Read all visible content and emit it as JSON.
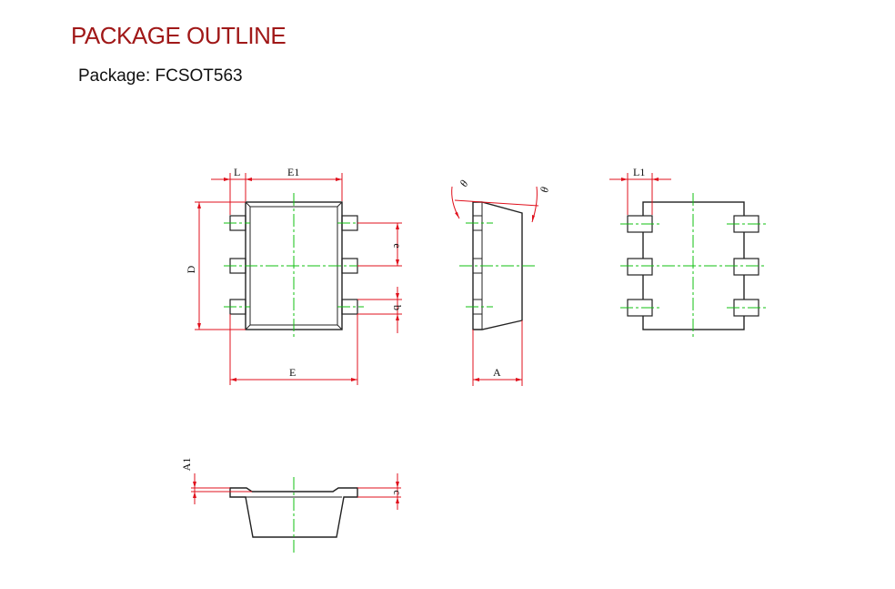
{
  "header": {
    "title": "PACKAGE OUTLINE",
    "package": "Package: FCSOT563"
  },
  "dimension_labels": {
    "L": "L",
    "E1": "E1",
    "D": "D",
    "e": "e",
    "b": "b",
    "E": "E",
    "theta": "θ",
    "A": "A",
    "L1": "L1",
    "A1": "A1",
    "c": "c"
  },
  "colors": {
    "title": "#a01818",
    "outline": "#222222",
    "dimension": "#e0101c",
    "centerline": "#10c010"
  }
}
